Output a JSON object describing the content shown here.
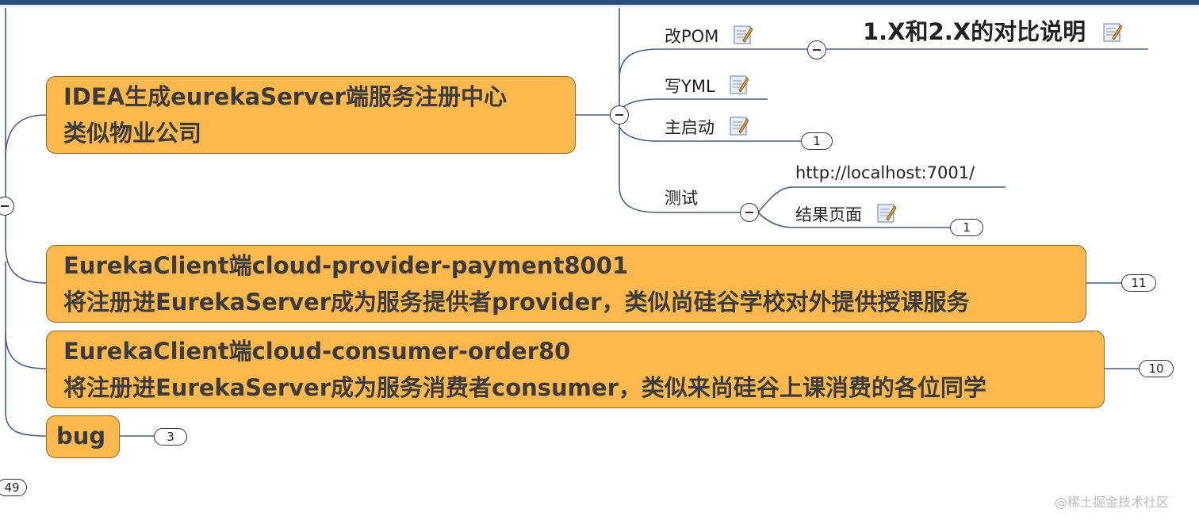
{
  "topics": [
    {
      "line1": "IDEA生成eurekaServer端服务注册中心",
      "line2": "类似物业公司"
    },
    {
      "line1": "EurekaClient端cloud-provider-payment8001",
      "line2": "将注册进EurekaServer成为服务提供者provider，类似尚硅谷学校对外提供授课服务",
      "count": "11"
    },
    {
      "line1": "EurekaClient端cloud-consumer-order80",
      "line2": "将注册进EurekaServer成为服务消费者consumer，类似来尚硅谷上课消费的各位同学",
      "count": "10"
    },
    {
      "line1": "bug",
      "count": "3"
    }
  ],
  "subtopics": {
    "pom": "改POM",
    "compare": "1.X和2.X的对比说明",
    "yml": "写YML",
    "main_start": "主启动",
    "main_start_count": "1",
    "test": "测试",
    "url": "http://localhost:7001/",
    "result_page": "结果页面",
    "result_page_count": "1"
  },
  "root_count": "49",
  "watermark": "@稀土掘金技术社区",
  "colors": {
    "topic_fill": "#fdb94d",
    "topic_border": "#8a6a2a",
    "line": "#4a5f7a"
  }
}
